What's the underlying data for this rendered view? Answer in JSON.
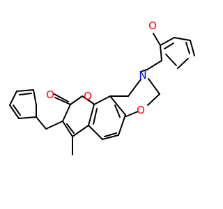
{
  "molecule": {
    "atoms": [
      {
        "id": "o_furan",
        "symbol": "O",
        "color": "#ff0000"
      },
      {
        "id": "n_oxazine",
        "symbol": "N",
        "color": "#0000ff"
      },
      {
        "id": "o_oxazine",
        "symbol": "O",
        "color": "#ff0000"
      },
      {
        "id": "o_carbonyl",
        "symbol": "O",
        "color": "#ff0000"
      },
      {
        "id": "o_lactone",
        "symbol": "O",
        "color": "#ff0000"
      }
    ]
  }
}
